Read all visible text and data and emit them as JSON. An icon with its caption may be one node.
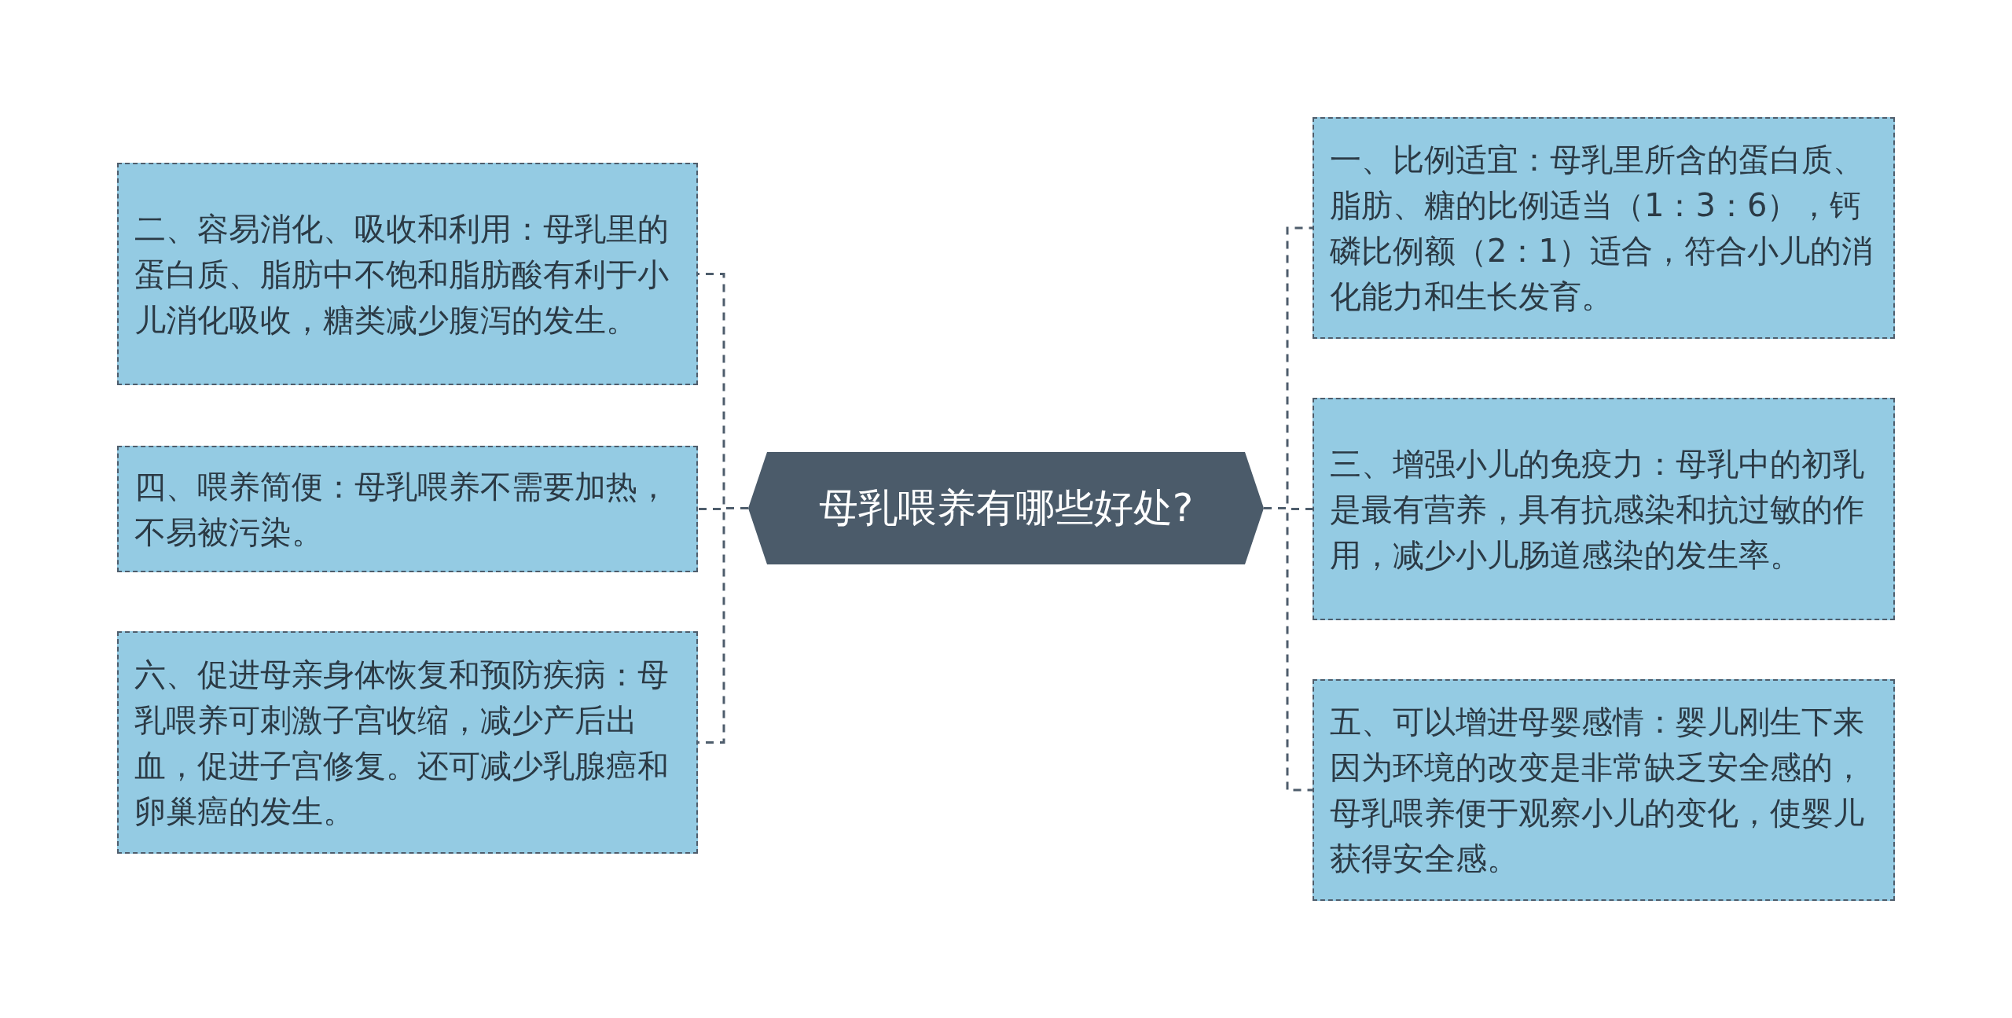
{
  "diagram": {
    "nodes": [
      {
        "text": [
          "母乳喂养有哪些好处?"
        ]
      },
      {
        "text": [
          "一、比例适宜：母乳里所含的蛋白质、脂肪、糖的比例适当（1：3：6），钙磷比例额（2：1）适合，符合小儿的消化能力和生长发育。"
        ]
      },
      {
        "text": [
          "二、容易消化、吸收和利用：母乳里的蛋白质、脂肪中不饱和脂肪酸有利于小儿消化吸收，糖类减少腹泻的发生。"
        ]
      },
      {
        "text": [
          "三、增强小儿的免疫力：母乳中的初乳是最有营养，具有抗感染和抗过敏的作用，减少小儿肠道感染的发生率。"
        ]
      },
      {
        "text": [
          "四、喂养简便：母乳喂养不需要加热，不易被污染。"
        ]
      },
      {
        "text": [
          "五、可以增进母婴感情：婴儿刚生下来因为环境的改变是非常缺乏安全感的，母乳喂养便于观察小儿的变化，使婴儿获得安全感。"
        ]
      },
      {
        "text": [
          "六、促进母亲身体恢复和预防疾病：母乳喂养可刺激子宫收缩，减少产后出血，促进子宫修复。还可减少乳腺癌和卵巢癌的发生。"
        ]
      }
    ],
    "edges": [
      {
        "from": 0,
        "to": 1,
        "arrow": "none",
        "style": "dashed"
      },
      {
        "from": 0,
        "to": 2,
        "arrow": "none",
        "style": "dashed"
      },
      {
        "from": 0,
        "to": 3,
        "arrow": "none",
        "style": "dashed"
      },
      {
        "from": 0,
        "to": 4,
        "arrow": "none",
        "style": "dashed"
      },
      {
        "from": 0,
        "to": 5,
        "arrow": "none",
        "style": "dashed"
      },
      {
        "from": 0,
        "to": 6,
        "arrow": "none",
        "style": "dashed"
      }
    ]
  }
}
